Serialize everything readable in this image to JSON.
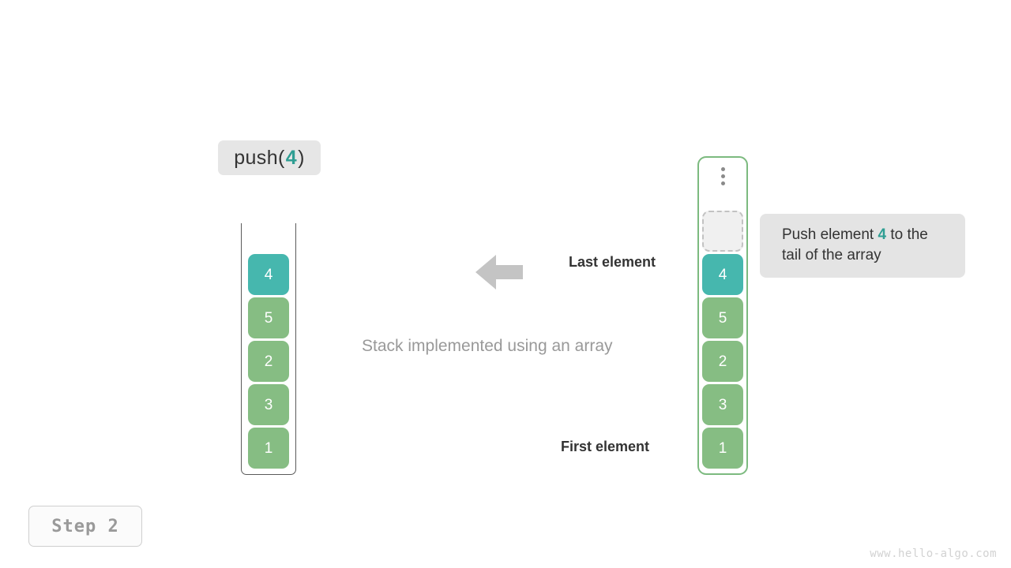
{
  "operation": {
    "prefix": "push(",
    "argument": "4",
    "suffix": ")"
  },
  "caption": "Stack implemented using an array",
  "labels": {
    "last_element": "Last element",
    "first_element": "First element"
  },
  "annotation": {
    "lead": "Push element ",
    "highlight": "4",
    "tail": " to the tail of the array"
  },
  "stack_left": {
    "title": "stack-container",
    "cells": [
      {
        "value": "4",
        "color": "teal",
        "hex": "#46b7ae"
      },
      {
        "value": "5",
        "color": "green",
        "hex": "#86bd83"
      },
      {
        "value": "2",
        "color": "green",
        "hex": "#86bd83"
      },
      {
        "value": "3",
        "color": "green",
        "hex": "#86bd83"
      },
      {
        "value": "1",
        "color": "green",
        "hex": "#86bd83"
      }
    ]
  },
  "array_right": {
    "title": "array-container",
    "ellipsis": "⋮",
    "empty_slot_label": "",
    "cells": [
      {
        "value": "4",
        "color": "teal",
        "hex": "#46b7ae"
      },
      {
        "value": "5",
        "color": "green",
        "hex": "#86bd83"
      },
      {
        "value": "2",
        "color": "green",
        "hex": "#86bd83"
      },
      {
        "value": "3",
        "color": "green",
        "hex": "#86bd83"
      },
      {
        "value": "1",
        "color": "green",
        "hex": "#86bd83"
      }
    ]
  },
  "step_badge": "Step 2",
  "watermark": "www.hello-algo.com",
  "colors": {
    "teal": "#46b7ae",
    "green": "#86bd83",
    "accent_text": "#2f9e93",
    "arrow_gray": "#c4c4c4",
    "chip_bg": "#e6e6e6",
    "annotation_bg": "#e4e4e4",
    "container_border": "#7cba7f",
    "stack_border": "#5a5a5a"
  }
}
